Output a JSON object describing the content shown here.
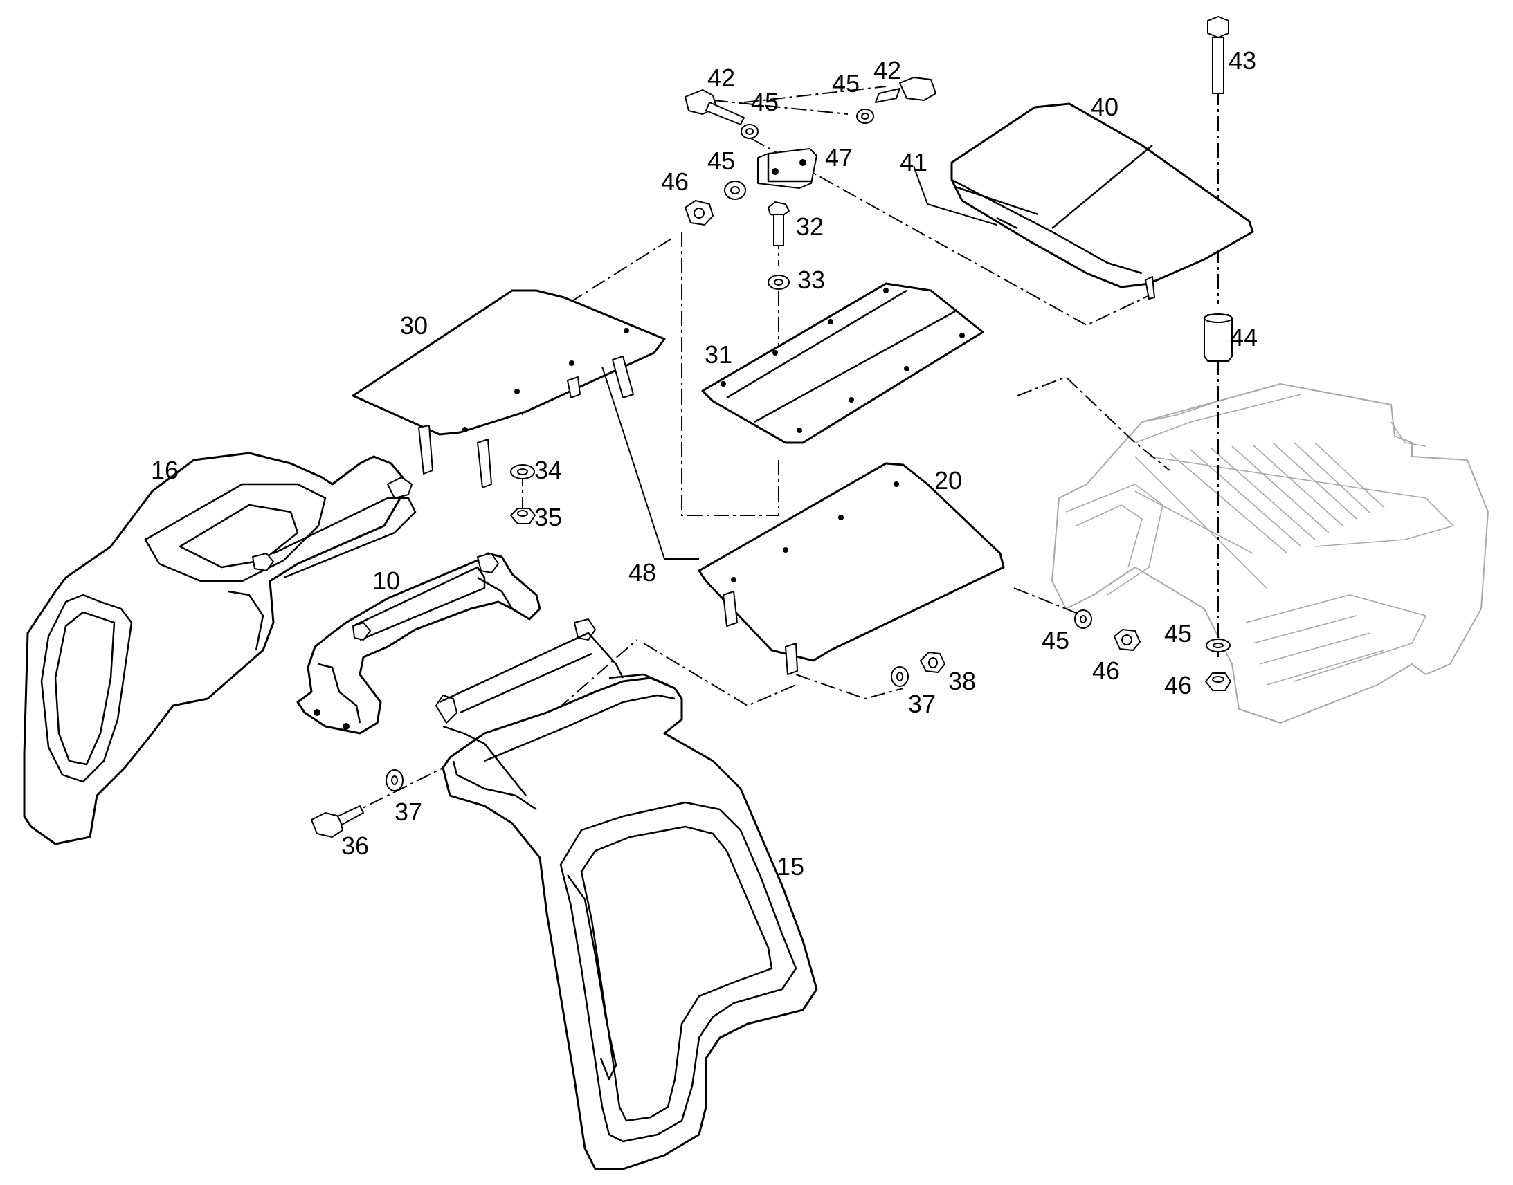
{
  "callouts": {
    "c10": "10",
    "c15": "15",
    "c16": "16",
    "c20": "20",
    "c30": "30",
    "c31": "31",
    "c32": "32",
    "c33": "33",
    "c34": "34",
    "c35": "35",
    "c36": "36",
    "c37a": "37",
    "c37b": "37",
    "c38": "38",
    "c40": "40",
    "c41": "41",
    "c42a": "42",
    "c42b": "42",
    "c43": "43",
    "c44": "44",
    "c45a": "45",
    "c45b": "45",
    "c45c": "45",
    "c45d": "45",
    "c45e": "45",
    "c46a": "46",
    "c46b": "46",
    "c46c": "46",
    "c47": "47",
    "c48": "48"
  }
}
